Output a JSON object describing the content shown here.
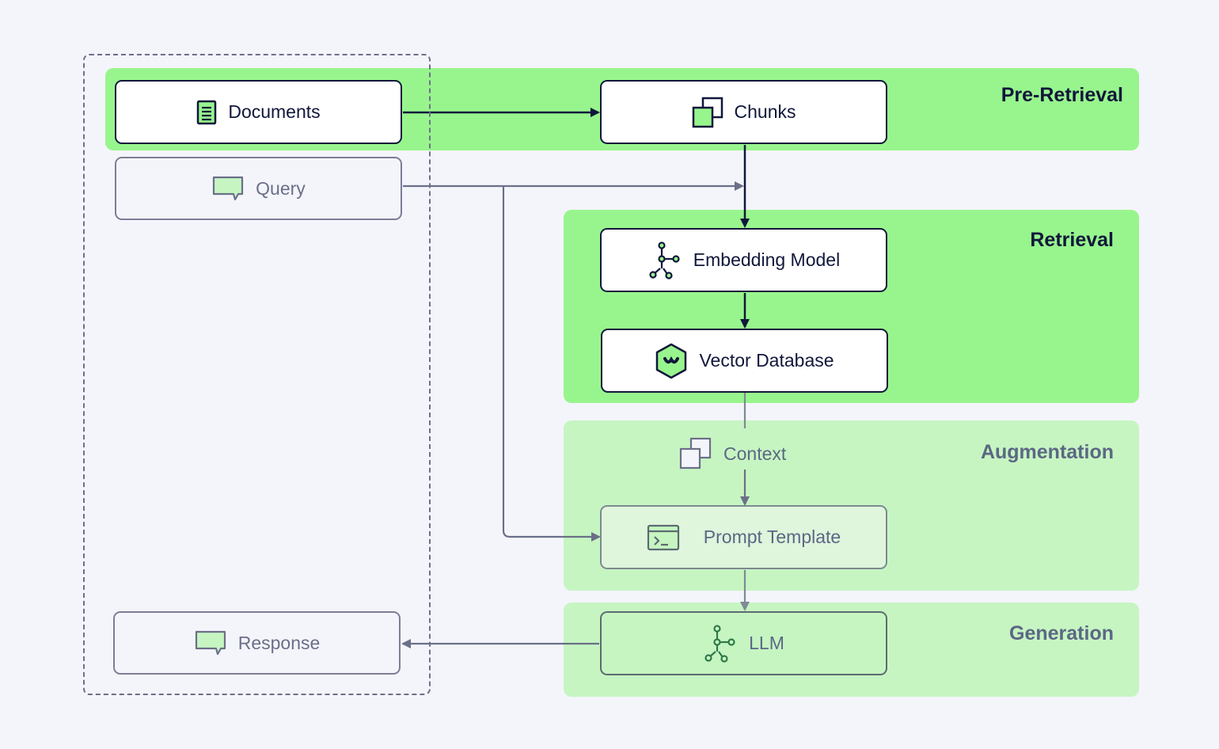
{
  "stages": {
    "pre_retrieval": "Pre-Retrieval",
    "retrieval": "Retrieval",
    "augmentation": "Augmentation",
    "generation": "Generation"
  },
  "nodes": {
    "documents": {
      "label": "Documents",
      "icon": "document-icon"
    },
    "query": {
      "label": "Query",
      "icon": "chat-bubble-icon"
    },
    "response": {
      "label": "Response",
      "icon": "chat-bubble-icon"
    },
    "chunks": {
      "label": "Chunks",
      "icon": "stacked-squares-icon"
    },
    "embedding_model": {
      "label": "Embedding Model",
      "icon": "network-nodes-icon"
    },
    "vector_database": {
      "label": "Vector Database",
      "icon": "hexagon-logo-icon"
    },
    "context": {
      "label": "Context",
      "icon": "stacked-squares-icon"
    },
    "prompt_template": {
      "label": "Prompt Template",
      "icon": "terminal-icon"
    },
    "llm": {
      "label": "LLM",
      "icon": "network-nodes-icon"
    }
  },
  "colors": {
    "background": "#f4f5fb",
    "stage_strong": "#98f58d",
    "stage_soft": "#c6f5c2",
    "ink": "#10173a",
    "muted_ink": "#5c6784",
    "wire": "#6b6f88"
  }
}
